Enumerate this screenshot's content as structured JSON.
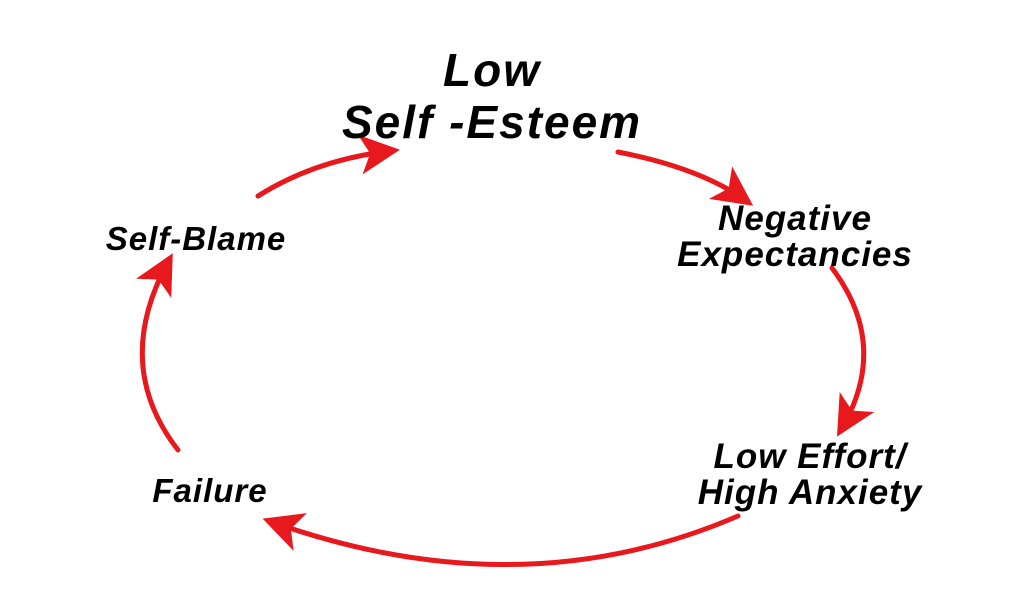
{
  "diagram": {
    "type": "cycle",
    "arrow_color": "#e8191c",
    "text_color": "#000000",
    "nodes": [
      {
        "id": "low-self-esteem",
        "lines": [
          "Low",
          "Self -Esteem"
        ]
      },
      {
        "id": "negative-expectancies",
        "lines": [
          "Negative",
          "Expectancies"
        ]
      },
      {
        "id": "low-effort-high-anxiety",
        "lines": [
          "Low Effort/",
          "High Anxiety"
        ]
      },
      {
        "id": "failure",
        "lines": [
          "Failure"
        ]
      },
      {
        "id": "self-blame",
        "lines": [
          "Self-Blame"
        ]
      }
    ],
    "edges": [
      {
        "from": "low-self-esteem",
        "to": "negative-expectancies"
      },
      {
        "from": "negative-expectancies",
        "to": "low-effort-high-anxiety"
      },
      {
        "from": "low-effort-high-anxiety",
        "to": "failure"
      },
      {
        "from": "failure",
        "to": "self-blame"
      },
      {
        "from": "self-blame",
        "to": "low-self-esteem"
      }
    ]
  }
}
